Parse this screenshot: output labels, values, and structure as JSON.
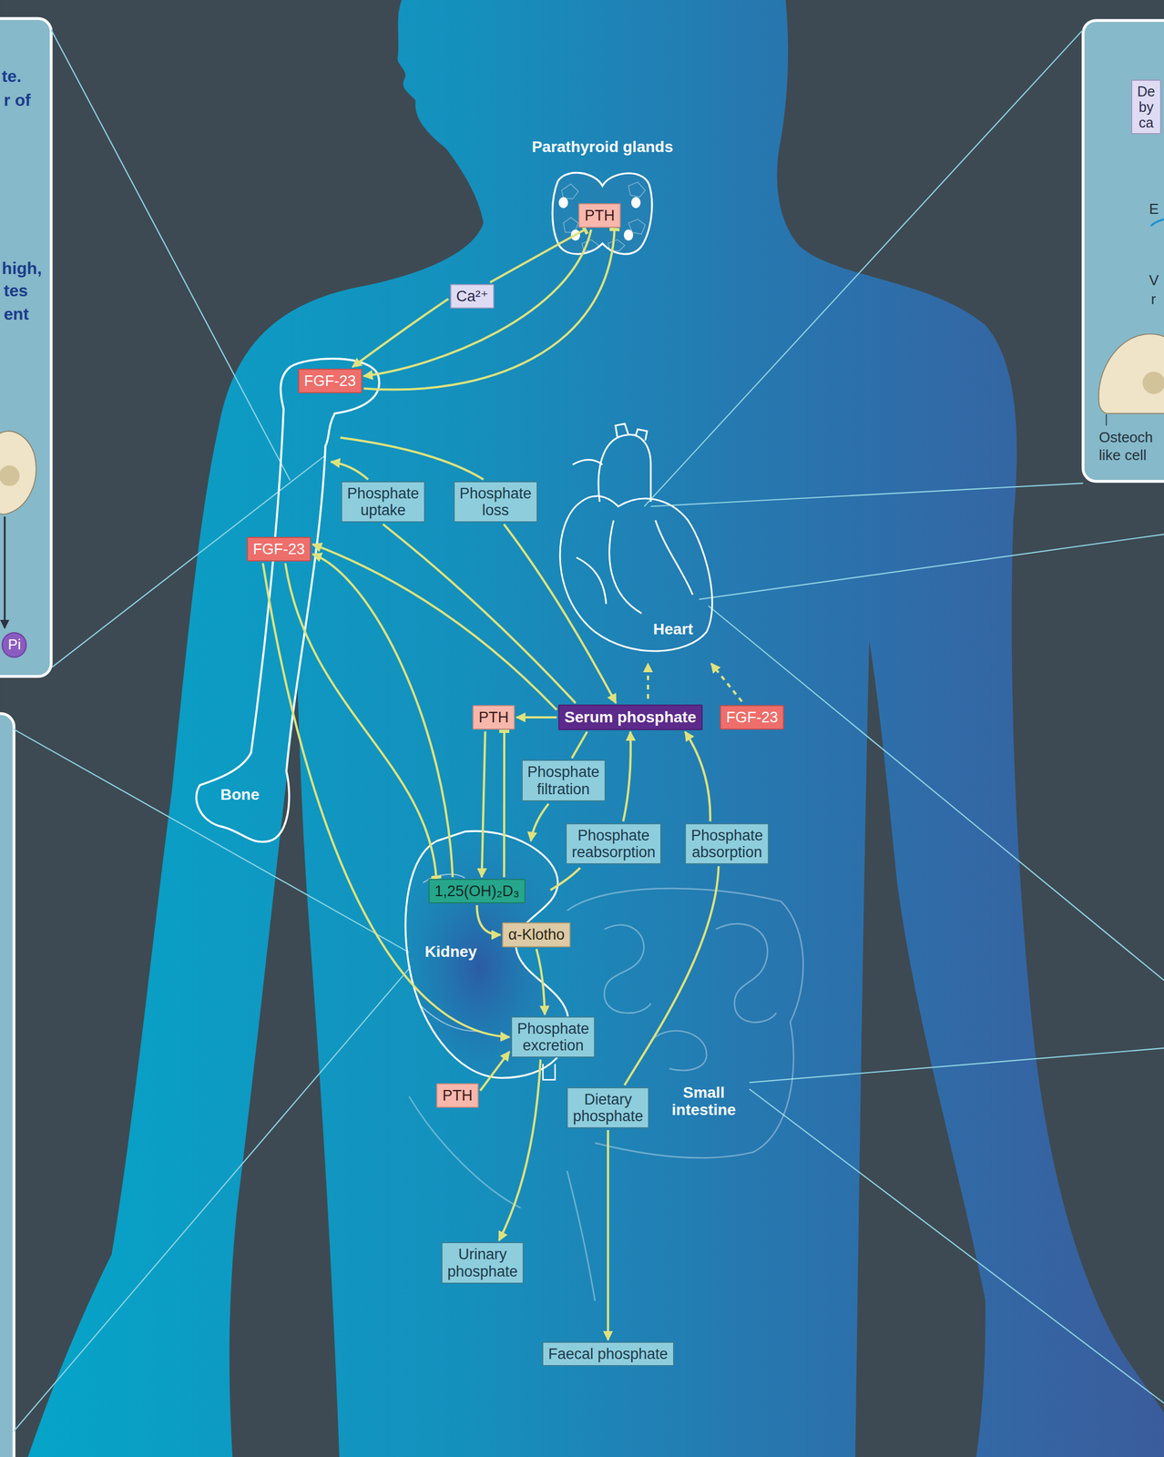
{
  "diagram": {
    "nodes": [
      {
        "text": [
          "PTH"
        ]
      },
      {
        "text": [
          "Ca²⁺"
        ]
      },
      {
        "text": [
          "FGF-23"
        ]
      },
      {
        "text": [
          "Phosphate uptake"
        ]
      },
      {
        "text": [
          "Phosphate loss"
        ]
      },
      {
        "text": [
          "FGF-23"
        ]
      },
      {
        "text": [
          "PTH"
        ]
      },
      {
        "text": [
          "Serum phosphate"
        ]
      },
      {
        "text": [
          "FGF-23"
        ]
      },
      {
        "text": [
          "Phosphate filtration"
        ]
      },
      {
        "text": [
          "Phosphate reabsorption"
        ]
      },
      {
        "text": [
          "Phosphate absorption"
        ]
      },
      {
        "text": [
          "1,25(OH)₂D₃"
        ]
      },
      {
        "text": [
          "α-Klotho"
        ]
      },
      {
        "text": [
          "Phosphate excretion"
        ]
      },
      {
        "text": [
          "PTH"
        ]
      },
      {
        "text": [
          "Dietary phosphate"
        ]
      },
      {
        "text": [
          "Urinary phosphate"
        ]
      },
      {
        "text": [
          "Faecal phosphate"
        ]
      },
      {
        "text": [
          "De by ca"
        ]
      },
      {
        "text": [
          "Pi"
        ]
      }
    ],
    "edges": [
      {
        "from": 1,
        "to": 0,
        "arrow": "to"
      },
      {
        "from": 1,
        "to": 2,
        "arrow": "to"
      },
      {
        "from": 0,
        "to": 2,
        "arrow": "to"
      },
      {
        "from": 2,
        "to": 0,
        "arrow": "to"
      },
      {
        "from": 7,
        "to": 5,
        "arrow": "to"
      },
      {
        "from": 7,
        "to": 3,
        "arrow": "none"
      },
      {
        "from": 4,
        "to": 7,
        "arrow": "to"
      },
      {
        "from": 7,
        "to": 6,
        "arrow": "to"
      },
      {
        "from": 6,
        "to": 12,
        "arrow": "to"
      },
      {
        "from": 12,
        "to": 6,
        "arrow": "to"
      },
      {
        "from": 5,
        "to": 12,
        "arrow": "to"
      },
      {
        "from": 12,
        "to": 5,
        "arrow": "to"
      },
      {
        "from": 5,
        "to": 14,
        "arrow": "to"
      },
      {
        "from": 7,
        "to": 9,
        "arrow": "none"
      },
      {
        "from": 10,
        "to": 7,
        "arrow": "to"
      },
      {
        "from": 11,
        "to": 7,
        "arrow": "to"
      },
      {
        "from": 16,
        "to": 11,
        "arrow": "none"
      },
      {
        "from": 12,
        "to": 13,
        "arrow": "to"
      },
      {
        "from": 13,
        "to": 14,
        "arrow": "to"
      },
      {
        "from": 15,
        "to": 14,
        "arrow": "to"
      },
      {
        "from": 14,
        "to": 17,
        "arrow": "to"
      },
      {
        "from": 16,
        "to": 18,
        "arrow": "to"
      }
    ],
    "labels": [
      "te.",
      "r of",
      "Parathyroid glands",
      "E",
      "high,",
      "V",
      "tes",
      "r",
      "ent",
      "Osteoch",
      "like cell",
      "Heart",
      "Bone",
      "Kidney",
      "Small intestine"
    ]
  }
}
